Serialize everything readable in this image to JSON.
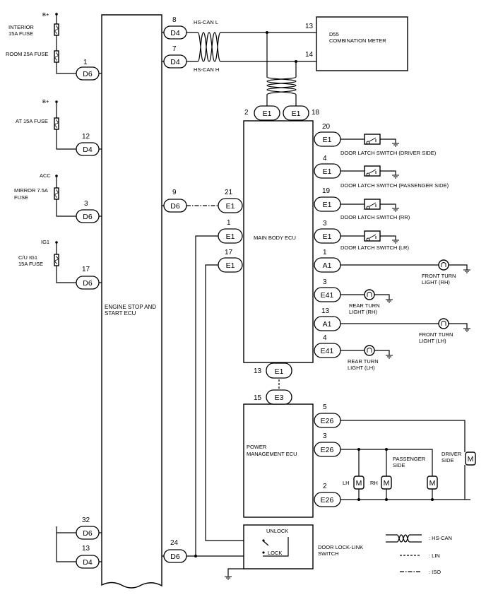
{
  "power_sources": [
    {
      "source": "B+",
      "fuse": [
        "INTERIOR",
        "15A FUSE"
      ]
    },
    {
      "source": "",
      "fuse": [
        "ROOM 25A FUSE"
      ]
    },
    {
      "source": "B+",
      "fuse": [
        "AT 15A FUSE"
      ]
    },
    {
      "source": "ACC",
      "fuse": [
        "MIRROR 7.5A",
        "FUSE"
      ]
    },
    {
      "source": "IG1",
      "fuse": [
        "C/U IG1",
        "15A FUSE"
      ]
    }
  ],
  "engine_ecu": {
    "label_lines": [
      "ENGINE STOP AND",
      "START ECU"
    ],
    "left_connectors": [
      {
        "pin": "1",
        "connector": "D6"
      },
      {
        "pin": "12",
        "connector": "D4"
      },
      {
        "pin": "3",
        "connector": "D6"
      },
      {
        "pin": "17",
        "connector": "D6"
      },
      {
        "pin": "32",
        "connector": "D6"
      },
      {
        "pin": "13",
        "connector": "D4"
      }
    ],
    "right_connectors": [
      {
        "pin": "8",
        "connector": "D4"
      },
      {
        "pin": "7",
        "connector": "D4"
      },
      {
        "pin": "9",
        "connector": "D6"
      },
      {
        "pin": "24",
        "connector": "D6"
      }
    ]
  },
  "can_labels": {
    "low": "HS-CAN L",
    "high": "HS-CAN H"
  },
  "meter": {
    "label_lines": [
      "D55",
      "COMBINATION METER"
    ],
    "pins": [
      "13",
      "14"
    ]
  },
  "main_body_ecu": {
    "label": "MAIN BODY ECU",
    "top_connectors": [
      {
        "pin": "2",
        "connector": "E1"
      },
      {
        "pin": "18",
        "connector": "E1"
      }
    ],
    "left_connectors": [
      {
        "pin": "21",
        "connector": "E1"
      },
      {
        "pin": "1",
        "connector": "E1"
      },
      {
        "pin": "17",
        "connector": "E1"
      }
    ],
    "right_connectors": [
      {
        "pin": "20",
        "connector": "E1"
      },
      {
        "pin": "4",
        "connector": "E1"
      },
      {
        "pin": "19",
        "connector": "E1"
      },
      {
        "pin": "3",
        "connector": "E1"
      },
      {
        "pin": "1",
        "connector": "A1"
      },
      {
        "pin": "3",
        "connector": "E41"
      },
      {
        "pin": "13",
        "connector": "A1"
      },
      {
        "pin": "4",
        "connector": "E41"
      }
    ],
    "bottom_connector": {
      "pin": "13",
      "connector": "E1"
    }
  },
  "door_latch_switches": [
    "DOOR LATCH SWITCH (DRIVER SIDE)",
    "DOOR LATCH SWITCH (PASSENGER  SIDE)",
    "DOOR LATCH SWITCH (RR)",
    "DOOR LATCH SWITCH (LR)"
  ],
  "turn_lights": [
    [
      "FRONT TURN",
      "LIGHT (RH)"
    ],
    [
      "REAR TURN",
      "LIGHT (RH)"
    ],
    [
      "FRONT TURN",
      "LIGHT (LH)"
    ],
    [
      "REAR TURN",
      "LIGHT (LH)"
    ]
  ],
  "power_mgmt_ecu": {
    "label_lines": [
      "POWER",
      "MANAGEMENT ECU"
    ],
    "top_connector": {
      "pin": "15",
      "connector": "E3"
    },
    "right_connectors": [
      {
        "pin": "5",
        "connector": "E26"
      },
      {
        "pin": "3",
        "connector": "E26"
      },
      {
        "pin": "2",
        "connector": "E26"
      }
    ]
  },
  "motors": {
    "passenger_label": [
      "PASSENGER",
      "SIDE"
    ],
    "driver_label": [
      "DRIVER",
      "SIDE"
    ],
    "lh_label": "LH",
    "rh_label": "RH",
    "symbol": "M"
  },
  "door_lock_switch": {
    "unlock": "UNLOCK",
    "lock": "LOCK",
    "label_lines": [
      "DOOR LOCK-LINK",
      "SWITCH"
    ]
  },
  "legend": [
    {
      "line": "twisted",
      "label": ": HS-CAN"
    },
    {
      "line": "dashed",
      "label": ": LIN"
    },
    {
      "line": "dash-dot",
      "label": ": ISO"
    }
  ]
}
